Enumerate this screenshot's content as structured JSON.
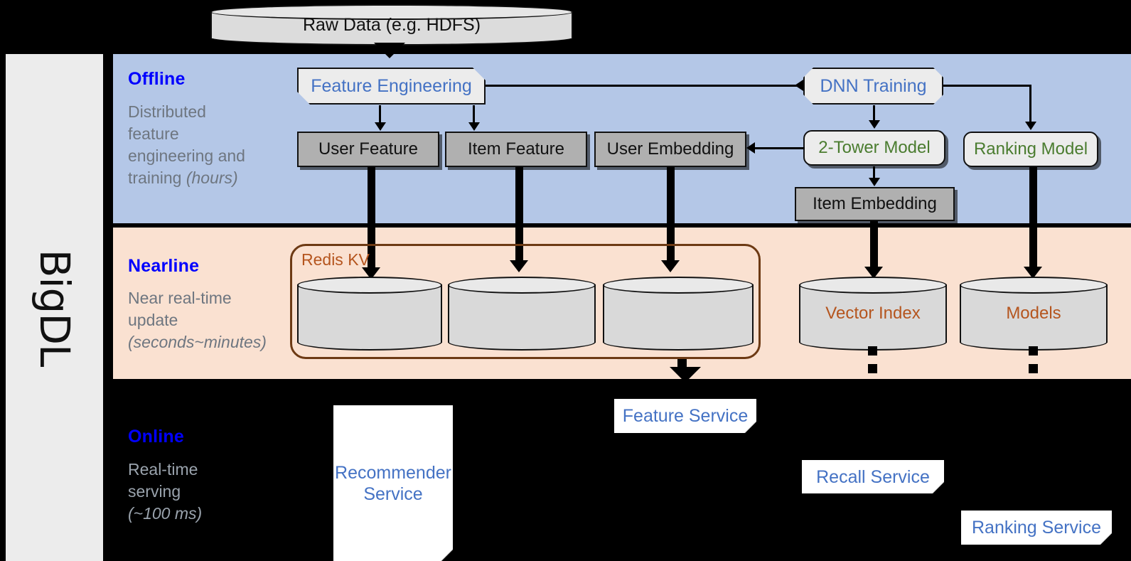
{
  "framework": {
    "name": "BigDL"
  },
  "source": {
    "label": "Raw Data (e.g. HDFS)",
    "icon": "database-cylinder-icon"
  },
  "bands": {
    "offline": {
      "title": "Offline",
      "description_line1": "Distributed",
      "description_line2": "feature",
      "description_line3": "engineering and",
      "description_line4": "training ",
      "latency": "(hours)",
      "background": "#b4c7e7",
      "title_color": "#0000ff"
    },
    "nearline": {
      "title": "Nearline",
      "description_line1": "Near real-time",
      "description_line2": "update",
      "latency": "(seconds~minutes)",
      "background": "#fae1d1",
      "title_color": "#0000ff"
    },
    "online": {
      "title": "Online",
      "description_line1": "Real-time",
      "description_line2": "serving",
      "latency": "(~100 ms)",
      "background": "#000000",
      "title_color": "#0000ff"
    }
  },
  "offline_nodes": {
    "feature_engineering": {
      "label": "Feature Engineering",
      "text_color": "#4472c4",
      "shape": "flag"
    },
    "dnn_training": {
      "label": "DNN Training",
      "text_color": "#4472c4",
      "shape": "flag"
    },
    "user_feature": {
      "label": "User Feature",
      "text_color": "#111111",
      "shape": "grey-box"
    },
    "item_feature": {
      "label": "Item Feature",
      "text_color": "#111111",
      "shape": "grey-box"
    },
    "user_embedding": {
      "label": "User Embedding",
      "text_color": "#111111",
      "shape": "grey-box"
    },
    "item_embedding": {
      "label": "Item Embedding",
      "text_color": "#111111",
      "shape": "grey-box"
    },
    "two_tower_model": {
      "label": "2-Tower Model",
      "text_color": "#4a7c2f",
      "shape": "rounded"
    },
    "ranking_model": {
      "label": "Ranking Model",
      "text_color": "#4a7c2f",
      "shape": "rounded"
    }
  },
  "nearline_nodes": {
    "redis_kv": {
      "label": "Redis KV",
      "text_color": "#b5551e",
      "border_color": "#6d3a14"
    },
    "store_user_feature": {
      "label": "",
      "icon": "database-cylinder-icon"
    },
    "store_item_feature": {
      "label": "",
      "icon": "database-cylinder-icon"
    },
    "store_user_embedding": {
      "label": "",
      "icon": "database-cylinder-icon"
    },
    "vector_index": {
      "label": "Vector Index",
      "text_color": "#b5551e",
      "icon": "database-cylinder-icon"
    },
    "models": {
      "label": "Models",
      "text_color": "#b5551e",
      "icon": "database-cylinder-icon"
    }
  },
  "online_nodes": {
    "recommender_service": {
      "label_line1": "Recommender",
      "label_line2": "Service",
      "text_color": "#4472c4"
    },
    "feature_service": {
      "label": "Feature Service",
      "text_color": "#4472c4"
    },
    "recall_service": {
      "label": "Recall Service",
      "text_color": "#4472c4"
    },
    "ranking_service": {
      "label": "Ranking Service",
      "text_color": "#4472c4"
    }
  }
}
